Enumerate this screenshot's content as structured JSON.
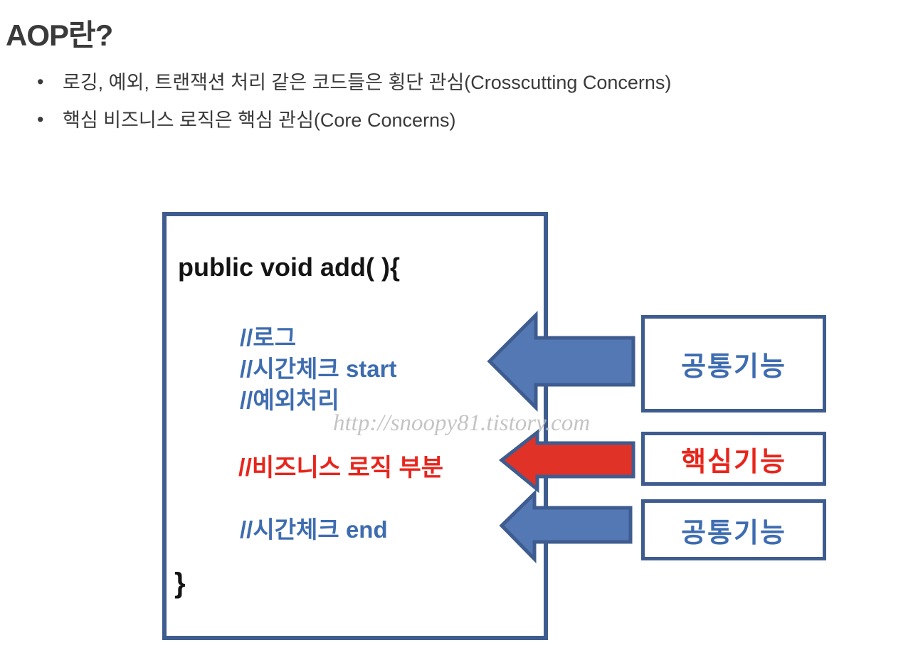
{
  "page": {
    "title": "AOP란?",
    "bullets": [
      "로깅, 예외, 트랜잭션 처리 같은 코드들은 횡단 관심(Crosscutting Concerns)",
      "핵심 비즈니스 로직은 핵심 관심(Core Concerns)"
    ]
  },
  "diagram": {
    "code_box": {
      "signature": "public void add( ){",
      "comments_before": [
        "//로그",
        "//시간체크 start",
        "//예외처리"
      ],
      "business_logic": "//비즈니스 로직 부분",
      "comment_after": "//시간체크 end",
      "closing_brace": "}"
    },
    "watermark": "http://snoopy81.tistory.com",
    "labels": {
      "common_top": "공통기능",
      "core": "핵심기능",
      "common_bottom": "공통기능"
    },
    "colors": {
      "outline": "#3E5C8F",
      "arrow_blue": "#5478B4",
      "arrow_red": "#E13227",
      "comment_blue": "#3E6CB0",
      "core_red": "#E8251C",
      "code_black": "#141414",
      "watermark_gray": "#BFBEBE"
    }
  }
}
